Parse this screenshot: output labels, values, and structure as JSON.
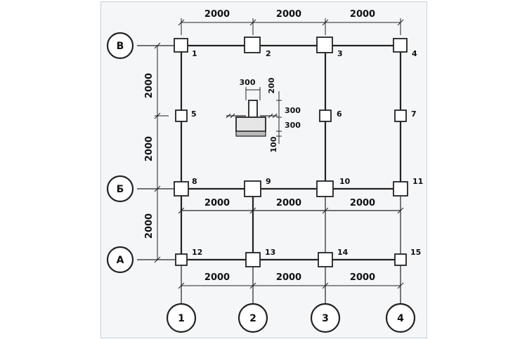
{
  "dimensions": {
    "top": [
      "2000",
      "2000",
      "2000"
    ],
    "mid": [
      "2000",
      "2000",
      "2000"
    ],
    "bottom": [
      "2000",
      "2000",
      "2000"
    ],
    "left": [
      "2000",
      "2000",
      "2000"
    ]
  },
  "axes": {
    "rows": [
      "В",
      "Б",
      "А"
    ],
    "cols": [
      "1",
      "2",
      "3",
      "4"
    ]
  },
  "column_labels": [
    "1",
    "2",
    "3",
    "4",
    "5",
    "6",
    "7",
    "8",
    "9",
    "10",
    "11",
    "12",
    "13",
    "14",
    "15"
  ],
  "detail": {
    "width": "300",
    "top": "200",
    "height1": "300",
    "height2": "300",
    "bottom": "100"
  }
}
